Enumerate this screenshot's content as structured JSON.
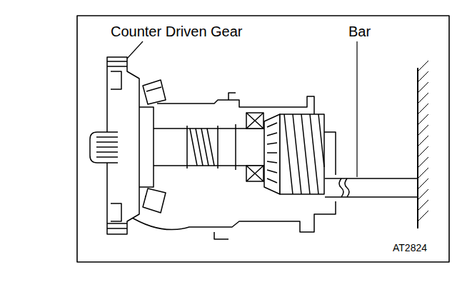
{
  "diagram": {
    "labels": [
      "Counter Driven Gear",
      "Bar",
      "AT2824"
    ]
  }
}
